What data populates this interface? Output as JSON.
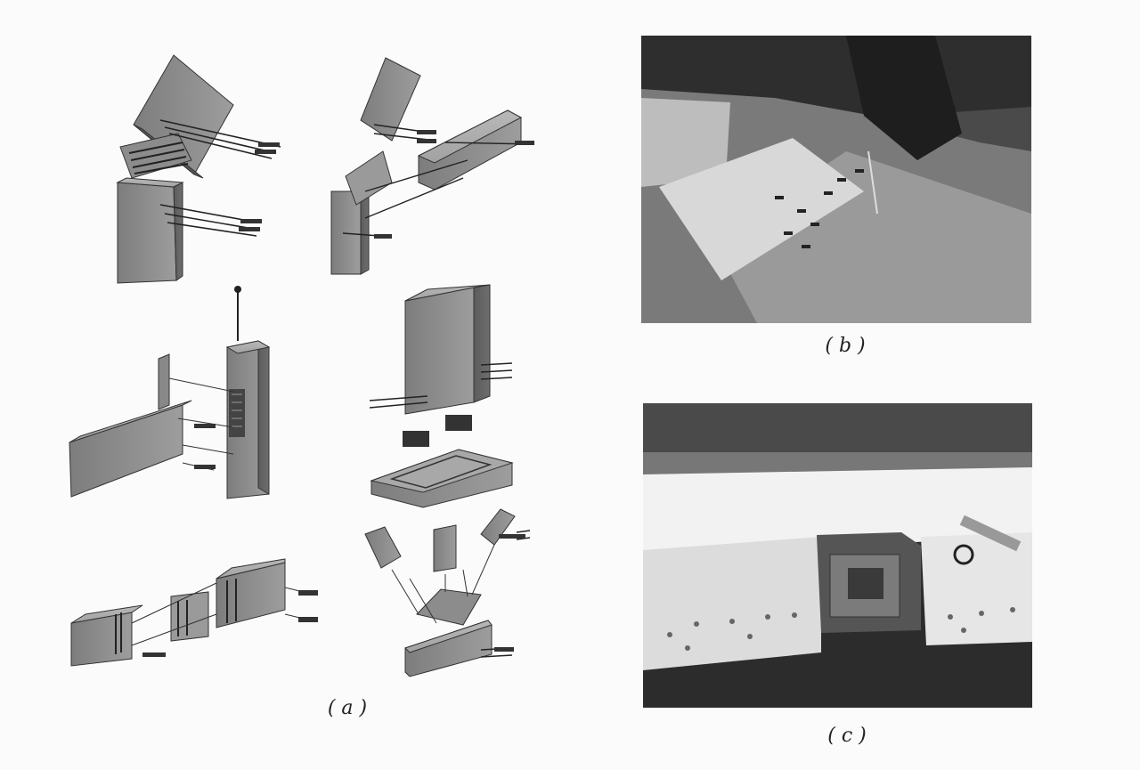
{
  "figure": {
    "panel_a": {
      "caption": "( a )"
    },
    "panel_b": {
      "caption": "( b )"
    },
    "panel_c": {
      "caption": "( c )"
    }
  },
  "colors": {
    "paper": "#fbfbfb",
    "wood_dark": "#6f6f6f",
    "wood_mid": "#9a9a9a",
    "wood_light": "#c4c4c4",
    "steel": "#3a3a3a"
  }
}
